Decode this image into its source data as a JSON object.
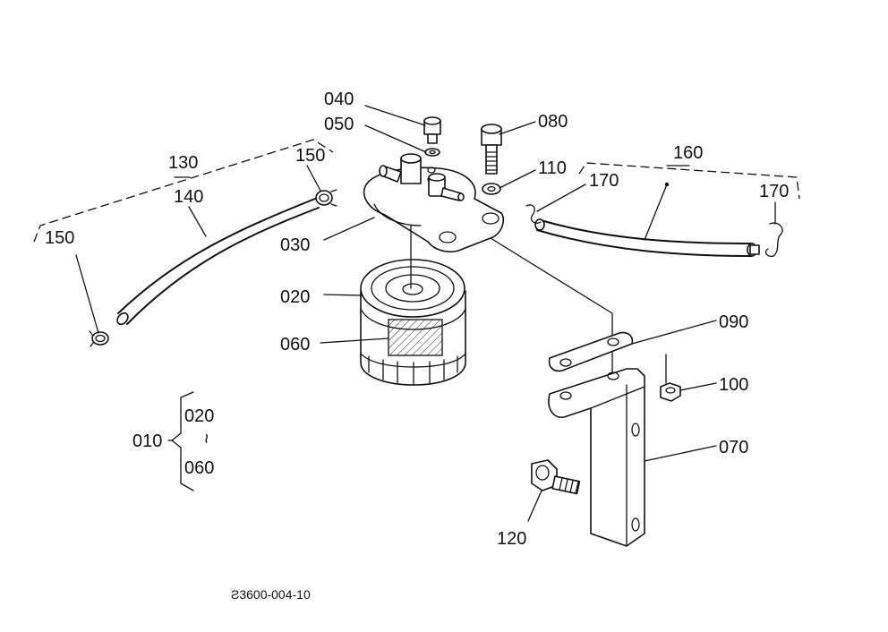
{
  "labels": {
    "p010": "010",
    "p020": "020",
    "p030": "030",
    "p040": "040",
    "p050": "050",
    "p060": "060",
    "p070": "070",
    "p080": "080",
    "p090": "090",
    "p100": "100",
    "p110": "110",
    "p120": "120",
    "p130": "130",
    "p140": "140",
    "p150a": "150",
    "p150b": "150",
    "p160": "160",
    "p170a": "170",
    "p170b": "170",
    "kit_from": "020",
    "kit_to": "060",
    "kit_tilde": "~"
  },
  "drawing_code": "Ƨ3600-004-10"
}
